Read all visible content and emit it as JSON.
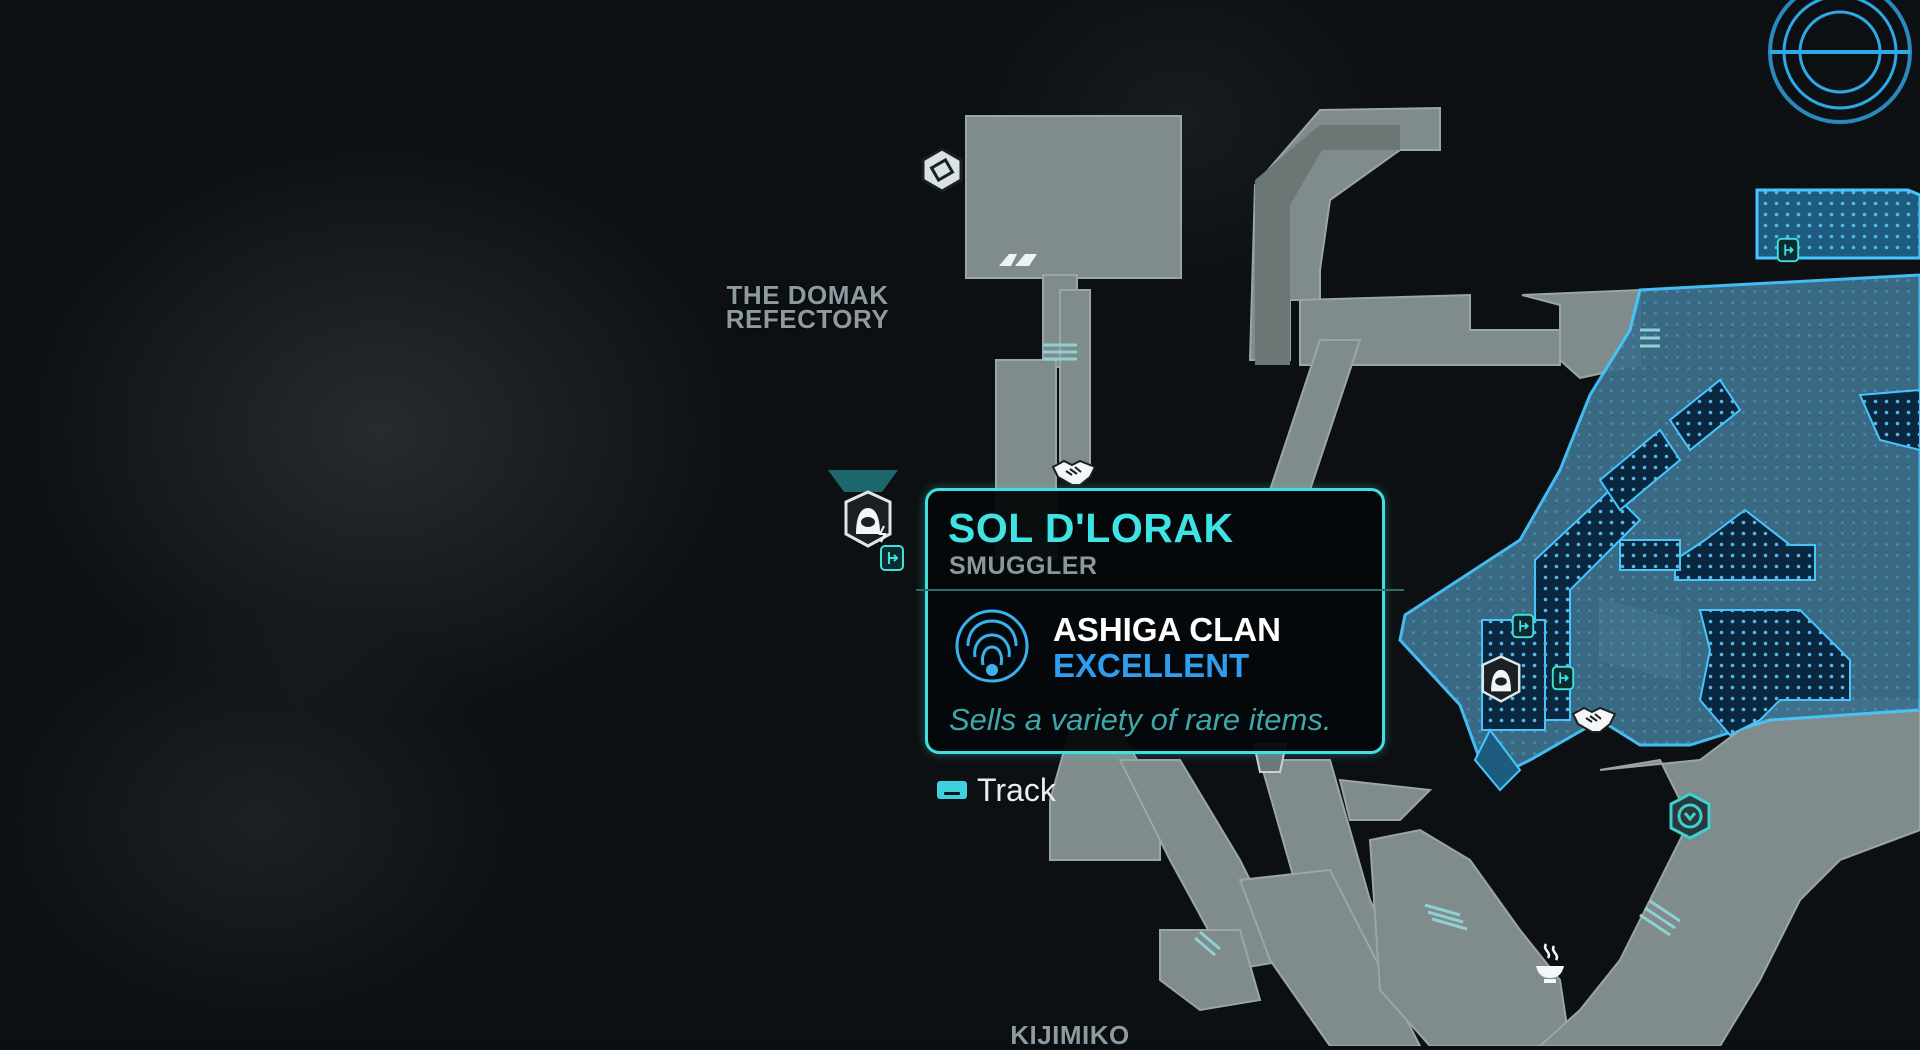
{
  "map": {
    "labels": {
      "region_domak": "THE DOMAK\nREFECTORY",
      "region_kijimiko": "KIJIMIKO"
    },
    "colors": {
      "walkway": "#808c8b",
      "district_fill": "#3f83a3",
      "district_outline": "#46c6ff",
      "accent": "#3ee0e0"
    },
    "icons": [
      "shop-icon",
      "speeder-icon",
      "trade-handshake-icon",
      "smuggler-merchant-icon",
      "door-icon",
      "food-vendor-icon",
      "waypoint-icon",
      "compass-icon"
    ]
  },
  "tooltip": {
    "name": "SOL D'LORAK",
    "role": "SMUGGLER",
    "faction": "ASHIGA CLAN",
    "standing": "EXCELLENT",
    "description": "Sells a variety of rare items.",
    "faction_icon": "ashiga-clan-emblem"
  },
  "actions": {
    "track_label": "Track",
    "track_key_icon": "keyboard-key-icon"
  }
}
